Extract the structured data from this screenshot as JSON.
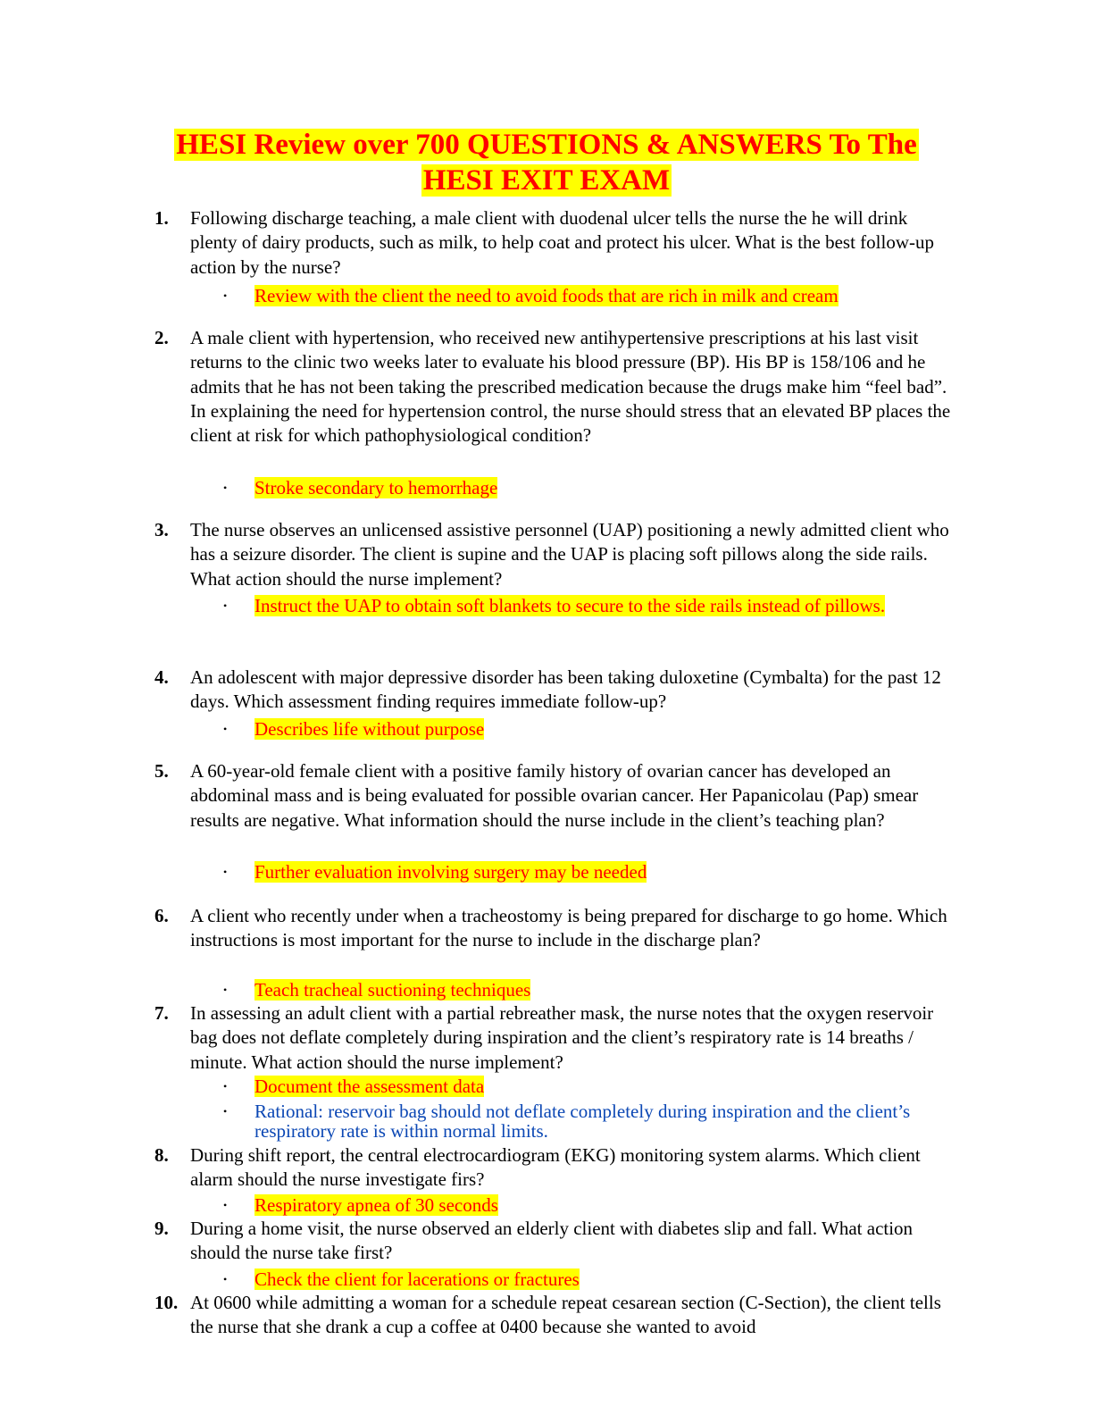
{
  "document": {
    "title_line1": "HESI Review over 700 QUESTIONS & ANSWERS To The",
    "title_line2": "HESI EXIT EXAM",
    "colors": {
      "answer_text": "#ff0000",
      "highlight": "#ffff00",
      "rationale_text": "#0b47b4",
      "body_text": "#000000"
    },
    "bullet_glyph": "•",
    "questions": [
      {
        "number": "1.",
        "text": "Following discharge teaching, a male client with duodenal ulcer tells the nurse the he will drink plenty of dairy products, such as milk, to help coat and protect his ulcer. What is the best follow-up action by the nurse?",
        "answer": "Review with the client the need to avoid foods that are rich in milk and cream"
      },
      {
        "number": "2.",
        "text": "A male client with hypertension, who received new antihypertensive prescriptions at his last visit returns to the clinic two weeks later to evaluate his blood pressure (BP). His BP is 158/106 and he admits that he has not been taking the prescribed medication because the drugs make him “feel bad”. In explaining the need for hypertension control, the nurse should stress that an elevated BP places the client at risk for which pathophysiological condition?",
        "answer": "Stroke secondary to hemorrhage"
      },
      {
        "number": "3.",
        "text": "The nurse observes an unlicensed assistive personnel (UAP) positioning a newly admitted client who has a seizure disorder. The client is supine and the UAP is placing soft pillows along the side rails. What action should the nurse implement?",
        "answer": "Instruct the UAP to obtain soft blankets to secure to the side rails instead of pillows."
      },
      {
        "number": "4.",
        "text": "An adolescent with major depressive disorder has been taking duloxetine (Cymbalta) for the past 12 days. Which assessment finding requires immediate follow-up?",
        "answer": "Describes life without purpose"
      },
      {
        "number": "5.",
        "text": "A 60-year-old female client with a positive family history of ovarian cancer has developed an abdominal mass and is being evaluated for possible ovarian cancer. Her Papanicolau (Pap) smear results are negative. What information should the nurse include in the client’s teaching plan?",
        "answer": "Further evaluation involving surgery may be needed"
      },
      {
        "number": "6.",
        "text": "A client who recently under when a tracheostomy is being prepared for discharge to go home. Which instructions is most important for the nurse to include in the discharge plan?",
        "answer": "Teach tracheal suctioning techniques"
      },
      {
        "number": "7.",
        "text": "In assessing an adult client with a partial rebreather mask, the nurse notes that the oxygen reservoir bag does not deflate completely during inspiration and the client’s respiratory rate is 14 breaths / minute. What action should the nurse implement?",
        "answer": "Document the assessment data",
        "rationale": "Rational: reservoir bag should not deflate completely during inspiration and the client’s respiratory rate is within normal limits."
      },
      {
        "number": "8.",
        "text": "During shift report, the central electrocardiogram (EKG) monitoring system alarms. Which client alarm should the nurse investigate firs?",
        "answer": "Respiratory apnea of 30 seconds"
      },
      {
        "number": "9.",
        "text": "During a home visit, the nurse observed an elderly client with diabetes slip and fall. What action should the nurse take first?",
        "answer": "Check the client for lacerations or fractures"
      },
      {
        "number": "10.",
        "text": "At 0600 while admitting a woman for a schedule repeat cesarean section (C-Section), the client tells the nurse that she drank a cup a coffee at 0400 because she wanted to avoid"
      }
    ]
  }
}
